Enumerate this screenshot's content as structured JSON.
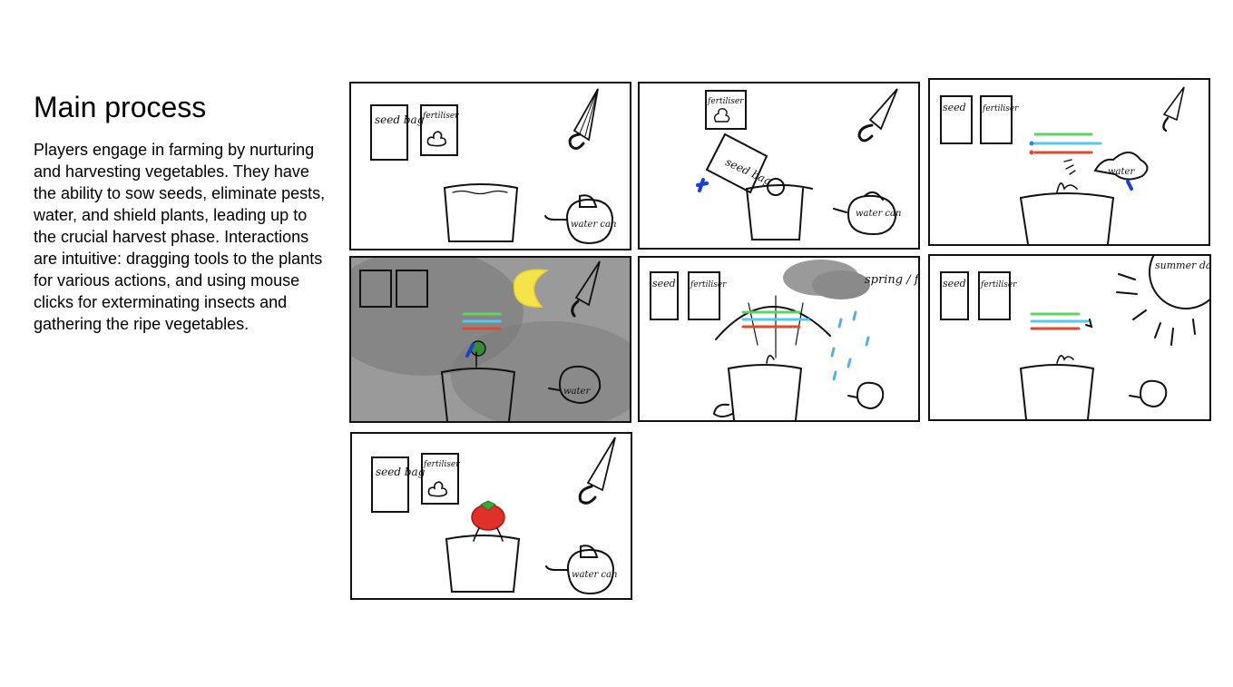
{
  "heading": "Main process",
  "description": "Players engage in farming by nurturing and harvesting vegetables. They have the ability to sow seeds, eliminate pests, water, and shield plants, leading up to the crucial harvest phase. Interactions are intuitive: dragging tools to the plants for various actions, and using mouse clicks for exterminating insects and gathering the ripe vegetables.",
  "storyboard": {
    "panel1": {
      "seed_bag": "seed bag",
      "fertilizer": "fertiliser",
      "watering_can": "water can"
    },
    "panel2": {
      "fertilizer": "fertiliser",
      "seed_bag": "seed bag",
      "watering_can": "water can"
    },
    "panel3": {
      "seed_label": "seed",
      "fertilizer": "fertiliser",
      "watering_can": "water"
    },
    "panel4": {
      "watering_can": "water"
    },
    "panel5": {
      "seed_label": "seed",
      "fertilizer": "fertiliser",
      "weather": "spring / fall"
    },
    "panel6": {
      "seed_label": "seed",
      "fertilizer": "fertiliser",
      "weather": "summer day"
    },
    "panel7": {
      "seed_bag": "seed bag",
      "fertilizer": "fertiliser",
      "watering_can": "water can"
    }
  }
}
